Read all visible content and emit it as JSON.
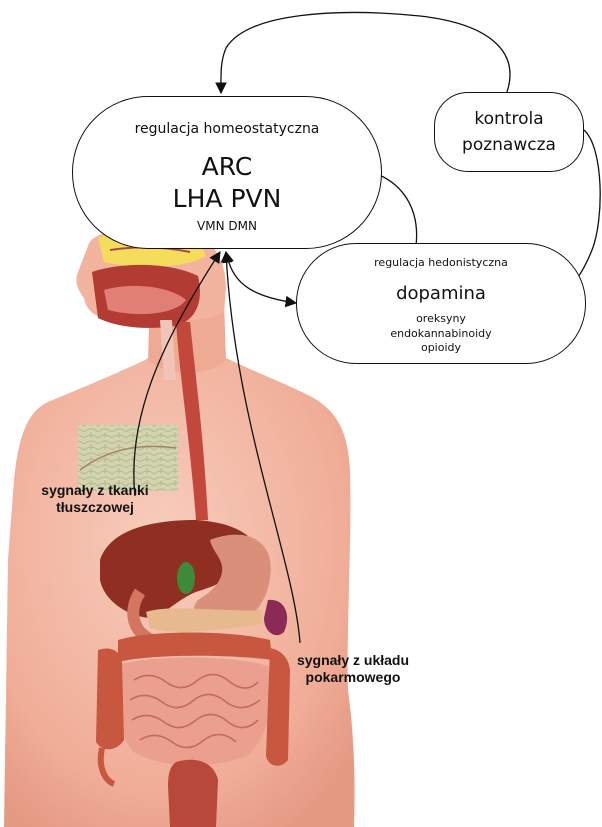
{
  "homeostatic": {
    "title": "regulacja homeostatyczna",
    "line1": "ARC",
    "line2": "LHA PVN",
    "line3": "VMN DMN"
  },
  "hedonic": {
    "title": "regulacja hedonistyczna",
    "main": "dopamina",
    "items": [
      "oreksyny",
      "endokannabinoidy",
      "opioidy"
    ]
  },
  "cognitive": {
    "line1": "kontrola",
    "line2": "poznawcza"
  },
  "signals": {
    "adipose_line1": "sygnały z tkanki",
    "adipose_line2": "tłuszczowej",
    "digestive_line1": "sygnały z układu",
    "digestive_line2": "pokarmowego"
  },
  "colors": {
    "skin": "#f3b9a4",
    "liver": "#8e2f22",
    "stomach": "#d98f79",
    "intestine": "#eb9f8e",
    "colon": "#c8573f",
    "adipose_tissue": "#d2d4b0",
    "sinus_fat": "#f5dc5a"
  }
}
